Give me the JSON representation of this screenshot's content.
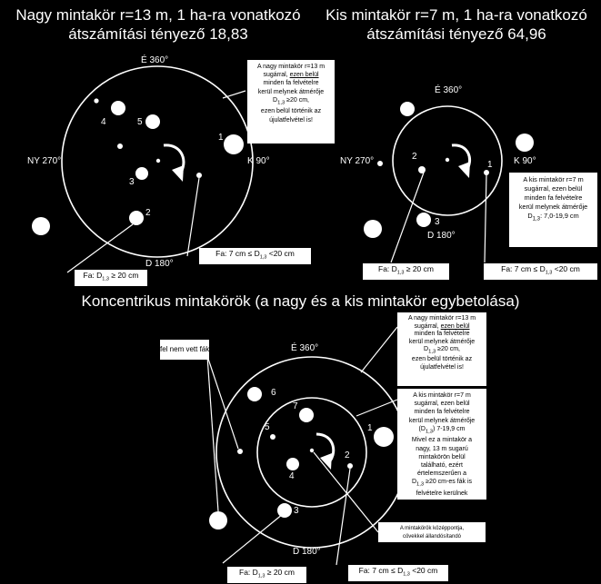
{
  "top_left": {
    "title_line1": "Nagy mintakör r=13 m, 1 ha-ra vonatkozó",
    "title_line2": "átszámítási tényező  18,83",
    "north": "É 360°",
    "south": "D 180°",
    "west": "NY 270°",
    "east": "K 90°",
    "tree_numbers": [
      "1",
      "2",
      "3",
      "4",
      "5"
    ],
    "note": [
      "A nagy mintakör r=13 m",
      "sugárral,",
      "ezen belül",
      "minden fa felvételre",
      "kerül melynek átmérője",
      "D",
      "1,3",
      " ≥20 cm,",
      "ezen belül történik az",
      "újulatfelvétel is!"
    ],
    "fa_small": [
      "Fa: 7 cm ≤ D",
      "1,3",
      " <20 cm"
    ],
    "fa_big": [
      "Fa: D",
      "1,3",
      " ≥ 20 cm"
    ]
  },
  "top_right": {
    "title_line1": "Kis mintakör r=7 m, 1 ha-ra vonatkozó",
    "title_line2": "átszámítási tényező  64,96",
    "north": "É 360°",
    "south": "D 180°",
    "west": "NY 270°",
    "east": "K 90°",
    "tree_numbers": [
      "1",
      "2",
      "3"
    ],
    "note": [
      "A kis mintakör r=7 m",
      "sugárral, ezen belül",
      "minden fa felvételre",
      "kerül melynek átmérője",
      "D",
      "1,3",
      ": 7,0-19,9 cm"
    ],
    "fa_big": [
      "Fa: D",
      "1,3",
      " ≥ 20 cm"
    ],
    "fa_small": [
      "Fa: 7 cm ≤ D",
      "1,3",
      " <20 cm"
    ]
  },
  "bottom": {
    "title": "Koncentrikus mintakörök (a nagy és a kis mintakör egybetolása)",
    "north": "É 360°",
    "south": "D 180°",
    "tree_numbers": [
      "1",
      "2",
      "3",
      "4",
      "5",
      "6",
      "7"
    ],
    "fel_nem": "fel nem vett fák",
    "note_big": [
      "A nagy mintakör r=13 m",
      "sugárral,",
      "ezen belül",
      "minden fa felvételre",
      "kerül melynek átmérője",
      "D",
      "1,3",
      " ≥20 cm,",
      "ezen belül történik az",
      "újulatfelvétel is!"
    ],
    "note_small": [
      "A kis mintakör r=7 m",
      "sugárral, ezen belül",
      "minden fa felvételre",
      "kerül melynek átmérője",
      "(D",
      "1,3",
      ") 7-19,9 cm",
      "Mivel ez a mintakör  a",
      "nagy, 13 m sugarú",
      "mintakörön belül",
      "található, ezért",
      "értelemszerűen a",
      "D",
      "1,3",
      " ≥20 cm-es fák is",
      "felvételre kerülnek"
    ],
    "center_note": [
      "A mintakörök középpontja,",
      "cövekkel állandósítandó"
    ],
    "fa_big": [
      "Fa: D",
      "1,3",
      " ≥ 20 cm"
    ],
    "fa_small": [
      "Fa: 7 cm ≤ D",
      "1,3",
      " <20 cm"
    ]
  }
}
